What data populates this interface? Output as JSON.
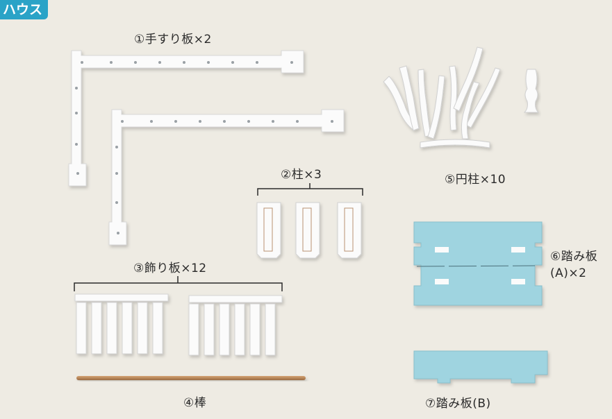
{
  "corner_tag": "ハウス",
  "labels": {
    "handrail": "①手すり板×2",
    "pillar": "②柱×3",
    "decor": "③飾り板×12",
    "rod": "④棒",
    "column": "⑤円柱×10",
    "step_a_line1": "⑥踏み板",
    "step_a_line2": "(A)×2",
    "step_b": "⑦踏み板(B)"
  },
  "colors": {
    "background": "#eeebe3",
    "white_part": "#fbfbfb",
    "blue_part": "#9fd4e0",
    "rod": "#b8845a",
    "tag_bg": "#2aa3c7"
  }
}
